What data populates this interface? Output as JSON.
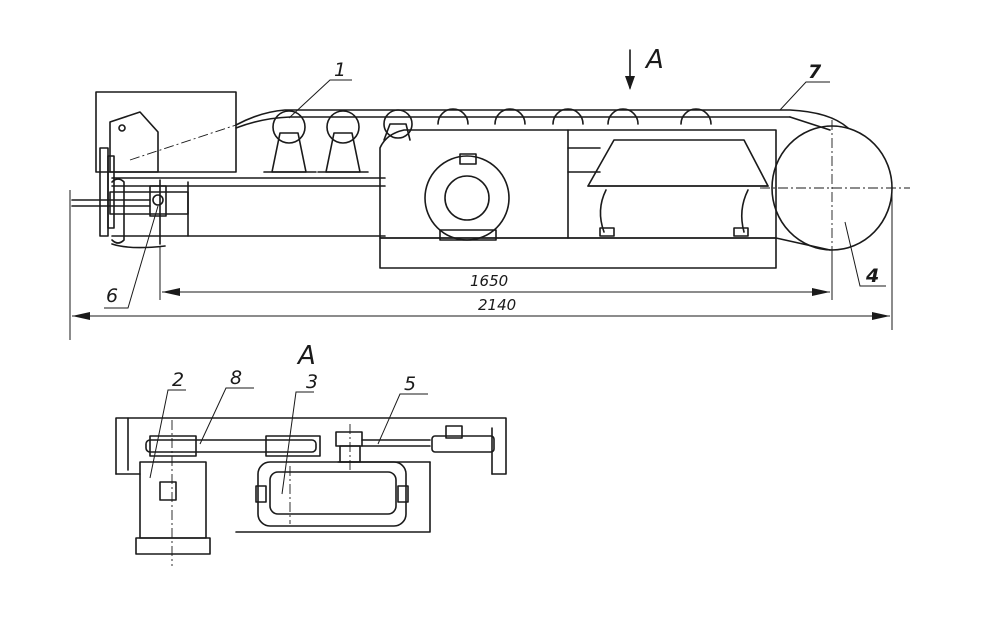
{
  "view_label_top": "A",
  "view_label_section": "A",
  "callouts": {
    "c1": "1",
    "c2": "2",
    "c3": "3",
    "c4": "4",
    "c5": "5",
    "c6": "6",
    "c7": "7",
    "c8": "8"
  },
  "dimensions": {
    "inner": "1650",
    "overall": "2140"
  }
}
